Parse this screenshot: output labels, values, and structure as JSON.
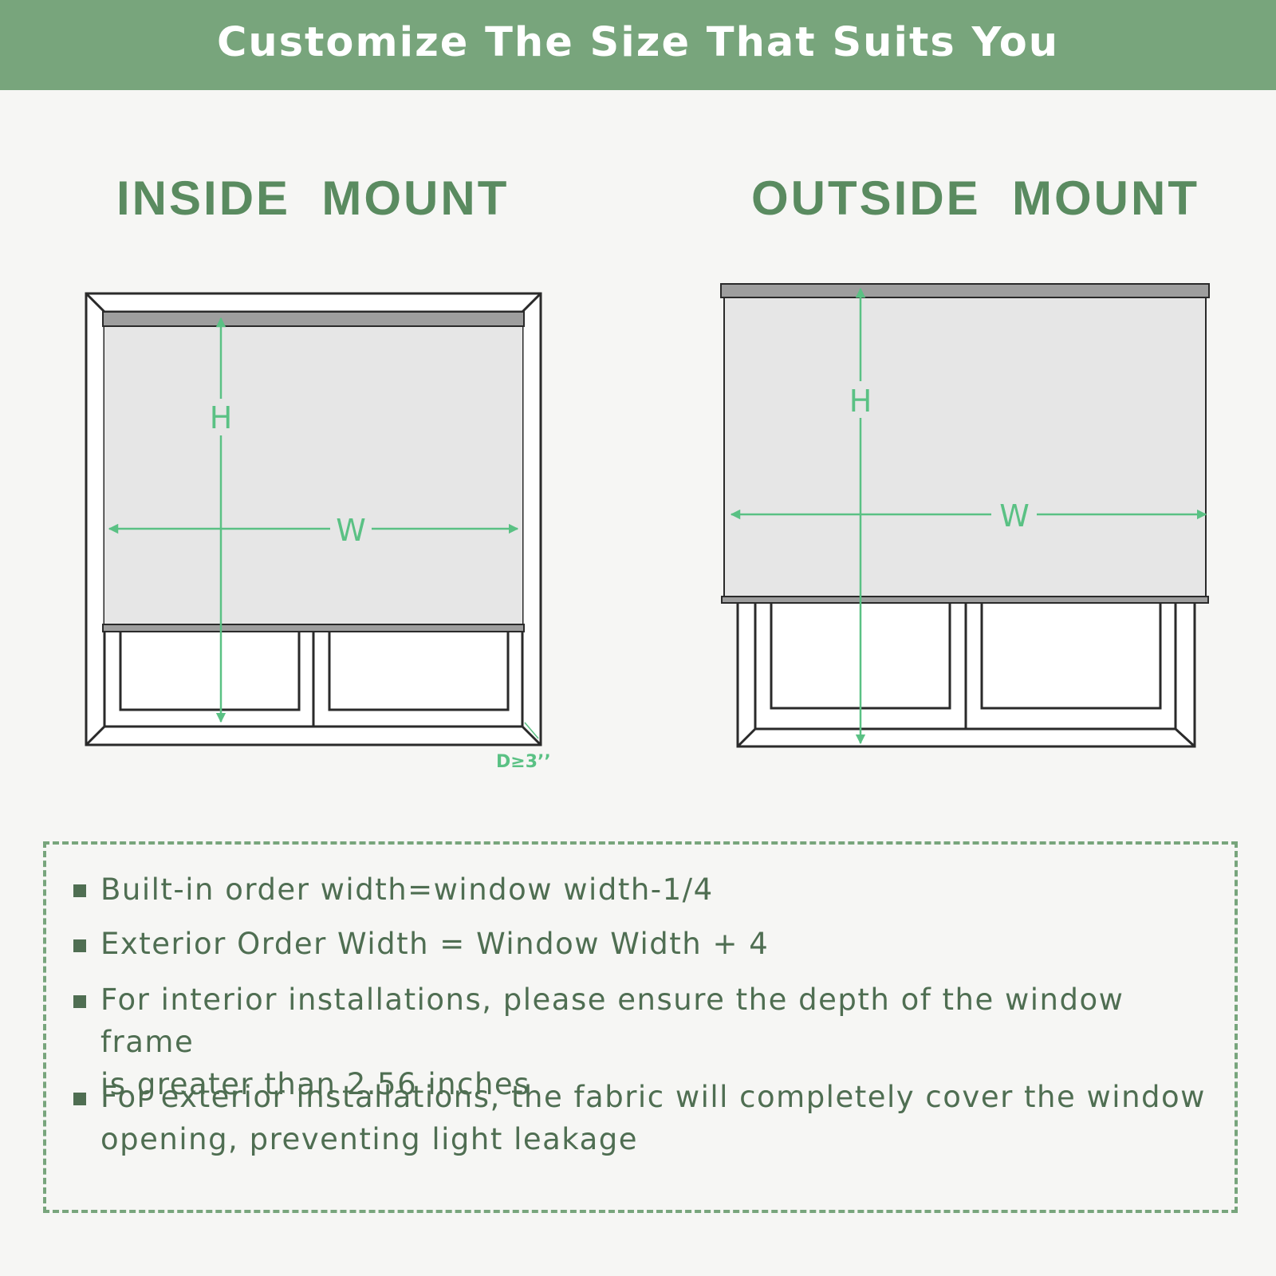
{
  "colors": {
    "accent": "#78a57c",
    "heading": "#5a8b60",
    "dimension": "#5ac184",
    "text": "#4f6e52",
    "frame": "#2a2a2a",
    "shade": "#e6e6e6",
    "rail": "#9e9e9e"
  },
  "header": {
    "title": "Customize The Size That Suits You"
  },
  "inside_mount": {
    "title": "INSIDE  MOUNT",
    "height_label": "H",
    "width_label": "W",
    "depth_label": "D≥3’’"
  },
  "outside_mount": {
    "title": "OUTSIDE  MOUNT",
    "height_label": "H",
    "width_label": "W"
  },
  "notes": [
    {
      "line1": "Built-in order width=window width-1/4",
      "line2": ""
    },
    {
      "line1": "Exterior Order Width = Window Width + 4",
      "line2": ""
    },
    {
      "line1": "For interior installations, please ensure the depth of the window frame",
      "line2": "is greater than 2.56 inches"
    },
    {
      "line1": "For exterior installations, the fabric will completely cover the window",
      "line2": "opening, preventing light leakage"
    }
  ]
}
